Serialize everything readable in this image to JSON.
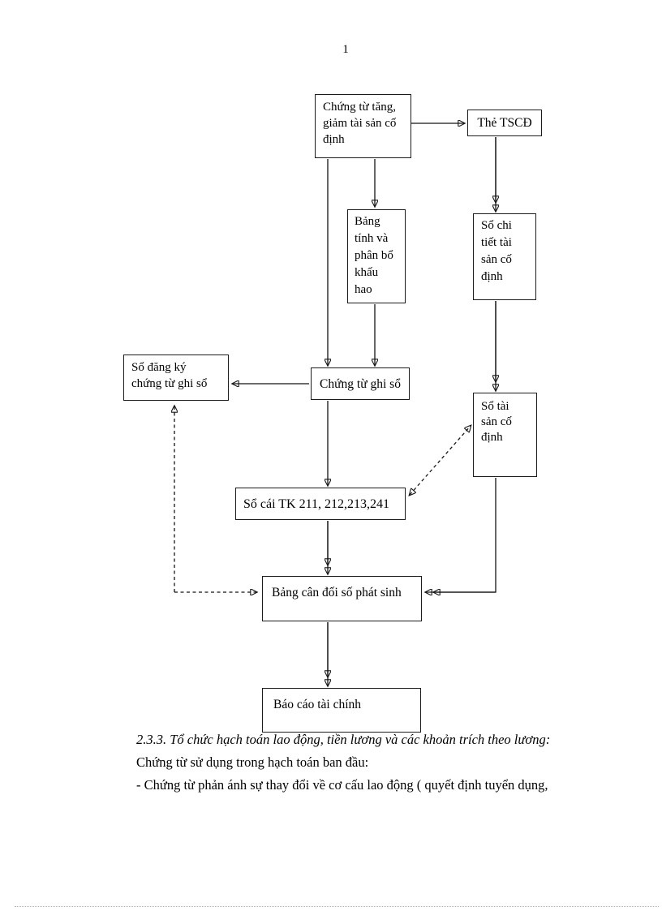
{
  "page": {
    "number": "1"
  },
  "diagram": {
    "boxes": {
      "chung_tu_tang_giam": "Chứng từ tăng,\ngiảm tài sản cố\nđịnh",
      "the_tscd": "Thẻ TSCĐ",
      "bang_tinh_phan_bo": "Bảng\ntính và\nphân bổ\nkhấu\nhao",
      "so_chi_tiet_tscd": "Sổ chi\ntiết tài\nsản cố\nđịnh",
      "so_dang_ky_ctgs": "Sổ đăng ký\nchứng từ ghi sổ",
      "chung_tu_ghi_so": "Chứng từ ghi sổ",
      "so_tai_san_co_dinh": "Sổ tài\nsản cố\nđịnh",
      "so_cai_tk": "Sổ cái TK 211, 212,213,241",
      "bang_can_doi": "Bảng cân đối số phát sinh",
      "bao_cao_tai_chinh": "Báo cáo tài chính"
    }
  },
  "text": {
    "section_heading": "2.3.3. Tổ chức hạch toán lao động, tiền lương và các khoản trích theo lương:",
    "para_line_1": "Chứng từ sử dụng trong hạch toán ban đầu:",
    "para_line_2": "- Chứng từ phản ánh sự thay đổi về cơ cấu lao động ( quyết định tuyển dụng,"
  },
  "colors": {
    "ink": "#000000",
    "box_border": "#1c1c1c",
    "bottom_dots": "#b3b3b3"
  }
}
